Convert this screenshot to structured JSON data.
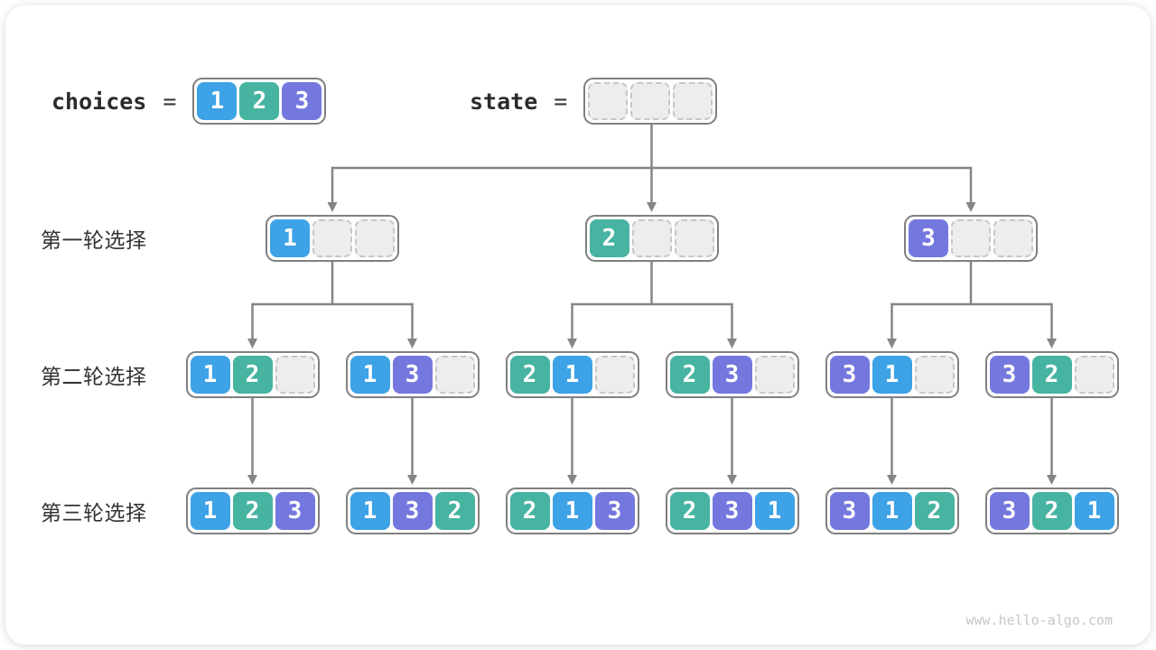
{
  "header": {
    "choices_label": "choices",
    "equals": "=",
    "choices_values": [
      1,
      2,
      3
    ],
    "state_label": "state",
    "state_slots": 3
  },
  "rounds": [
    {
      "label": "第一轮选择",
      "states": [
        [
          1,
          null,
          null
        ],
        [
          2,
          null,
          null
        ],
        [
          3,
          null,
          null
        ]
      ]
    },
    {
      "label": "第二轮选择",
      "states": [
        [
          1,
          2,
          null
        ],
        [
          1,
          3,
          null
        ],
        [
          2,
          1,
          null
        ],
        [
          2,
          3,
          null
        ],
        [
          3,
          1,
          null
        ],
        [
          3,
          2,
          null
        ]
      ]
    },
    {
      "label": "第三轮选择",
      "states": [
        [
          1,
          2,
          3
        ],
        [
          1,
          3,
          2
        ],
        [
          2,
          1,
          3
        ],
        [
          2,
          3,
          1
        ],
        [
          3,
          1,
          2
        ],
        [
          3,
          2,
          1
        ]
      ]
    }
  ],
  "colors": {
    "value_1": "#3da2e6",
    "value_2": "#47b4a1",
    "value_3": "#7478de",
    "arrow": "#858585",
    "box_border": "#808080",
    "empty_fill": "#ededed",
    "empty_border": "#c6c6c6"
  },
  "footer": {
    "watermark": "www.hello-algo.com"
  }
}
